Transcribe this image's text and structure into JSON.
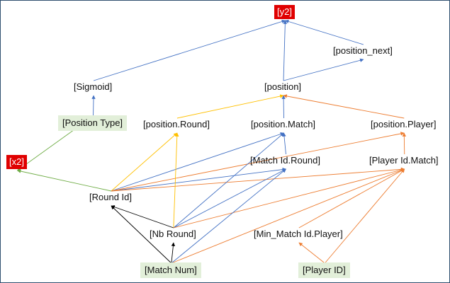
{
  "nodes": {
    "y2": {
      "label": "[y2]",
      "style": "red"
    },
    "position_next": {
      "label": "[position_next]",
      "style": "plain"
    },
    "sigmoid": {
      "label": "[Sigmoid]",
      "style": "plain"
    },
    "position": {
      "label": "[position]",
      "style": "plain"
    },
    "position_type": {
      "label": "[Position Type]",
      "style": "green"
    },
    "position_round": {
      "label": "[position.Round]",
      "style": "plain"
    },
    "position_match": {
      "label": "[position.Match]",
      "style": "plain"
    },
    "position_player": {
      "label": "[position.Player]",
      "style": "plain"
    },
    "x2": {
      "label": "[x2]",
      "style": "red"
    },
    "match_id_round": {
      "label": "[Match Id.Round]",
      "style": "plain"
    },
    "player_id_match": {
      "label": "[Player Id.Match]",
      "style": "plain"
    },
    "round_id": {
      "label": "[Round Id]",
      "style": "plain"
    },
    "nb_round": {
      "label": "[Nb Round]",
      "style": "plain"
    },
    "min_match_id_player": {
      "label": "[Min_Match Id.Player]",
      "style": "plain"
    },
    "match_num": {
      "label": "[Match Num]",
      "style": "green"
    },
    "player_id": {
      "label": "[Player ID]",
      "style": "green"
    }
  },
  "edges": [
    {
      "from": "sigmoid",
      "to": "y2",
      "color": "#4472c4"
    },
    {
      "from": "position",
      "to": "y2",
      "color": "#4472c4"
    },
    {
      "from": "position_next",
      "to": "y2",
      "color": "#4472c4"
    },
    {
      "from": "position",
      "to": "position_next",
      "color": "#4472c4"
    },
    {
      "from": "position_type",
      "to": "sigmoid",
      "color": "#4472c4"
    },
    {
      "from": "position_round",
      "to": "position",
      "color": "#ffc000"
    },
    {
      "from": "position_match",
      "to": "position",
      "color": "#4472c4"
    },
    {
      "from": "position_player",
      "to": "position",
      "color": "#ed7d31"
    },
    {
      "from": "position_type",
      "to": "x2",
      "color": "#70ad47"
    },
    {
      "from": "round_id",
      "to": "x2",
      "color": "#70ad47"
    },
    {
      "from": "match_id_round",
      "to": "position_match",
      "color": "#4472c4"
    },
    {
      "from": "player_id_match",
      "to": "position_player",
      "color": "#ed7d31"
    },
    {
      "from": "round_id",
      "to": "position_round",
      "color": "#ffc000"
    },
    {
      "from": "round_id",
      "to": "position_match",
      "color": "#4472c4"
    },
    {
      "from": "round_id",
      "to": "match_id_round",
      "color": "#4472c4"
    },
    {
      "from": "round_id",
      "to": "position_player",
      "color": "#ed7d31"
    },
    {
      "from": "round_id",
      "to": "player_id_match",
      "color": "#ed7d31"
    },
    {
      "from": "nb_round",
      "to": "round_id",
      "color": "#000000"
    },
    {
      "from": "nb_round",
      "to": "position_round",
      "color": "#ffc000"
    },
    {
      "from": "nb_round",
      "to": "position_match",
      "color": "#4472c4"
    },
    {
      "from": "nb_round",
      "to": "match_id_round",
      "color": "#4472c4"
    },
    {
      "from": "nb_round",
      "to": "player_id_match",
      "color": "#ed7d31"
    },
    {
      "from": "match_num",
      "to": "round_id",
      "color": "#000000"
    },
    {
      "from": "match_num",
      "to": "nb_round",
      "color": "#000000"
    },
    {
      "from": "match_num",
      "to": "match_id_round",
      "color": "#4472c4"
    },
    {
      "from": "match_num",
      "to": "player_id_match",
      "color": "#ed7d31"
    },
    {
      "from": "min_match_id_player",
      "to": "player_id_match",
      "color": "#ed7d31"
    },
    {
      "from": "player_id",
      "to": "min_match_id_player",
      "color": "#ed7d31"
    },
    {
      "from": "player_id",
      "to": "player_id_match",
      "color": "#ed7d31"
    }
  ]
}
